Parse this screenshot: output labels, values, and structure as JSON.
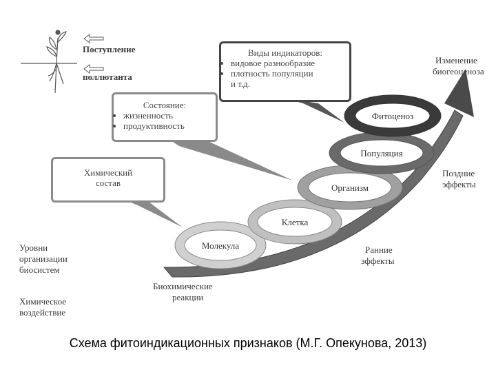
{
  "pollutant": {
    "line1": "Поступление",
    "line2": "поллютанта"
  },
  "boxes": {
    "indicators": {
      "title": "Виды индикаторов:",
      "items": [
        "видовое разнообразие",
        "плотность популяции",
        "и т.д."
      ]
    },
    "state": {
      "title": "Состояние:",
      "items": [
        "жизненность",
        "продуктивность"
      ]
    },
    "chemical": {
      "title_line1": "Химический",
      "title_line2": "состав"
    }
  },
  "rings": {
    "molecule": "Молекула",
    "cell": "Клетка",
    "organism": "Организм",
    "population": "Популяция",
    "phytocenosis": "Фитоценоз"
  },
  "labels": {
    "biogeocenosis_change_line1": "Изменение",
    "biogeocenosis_change_line2": "биогеоценоза",
    "late_effects_line1": "Поздние",
    "late_effects_line2": "эффекты",
    "early_effects_line1": "Ранние",
    "early_effects_line2": "эффекты",
    "biochem_line1": "Биохимические",
    "biochem_line2": "реакции",
    "levels_line1": "Уровни",
    "levels_line2": "организации",
    "levels_line3": "биосистем",
    "chem_impact_line1": "Химическое",
    "chem_impact_line2": "воздействие"
  },
  "caption": "Схема фитоиндикационных признаков (М.Г. Опекунова, 2013)",
  "colors": {
    "ring_light": "#c8c8c8",
    "ring_mid": "#9a9a9a",
    "ring_dark": "#5a5a5a",
    "ring_darkest": "#3a3a3a",
    "arrow": "#4a4a4a"
  }
}
